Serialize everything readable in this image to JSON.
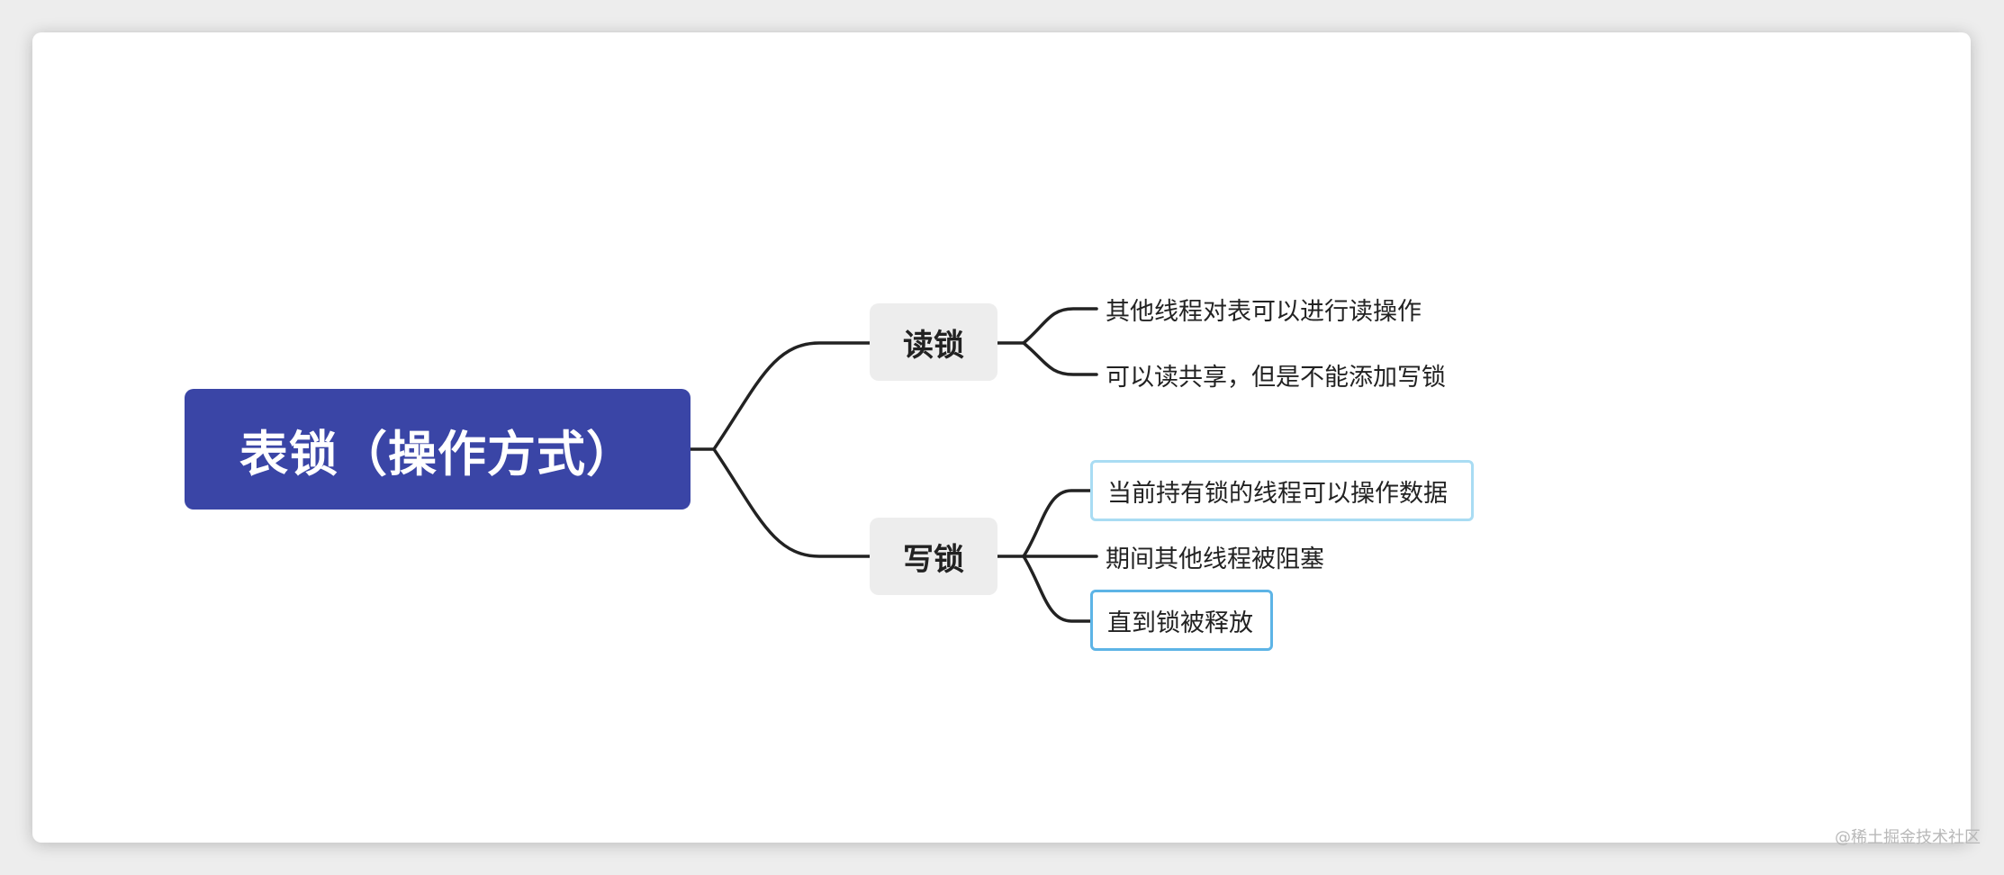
{
  "colors": {
    "root_fill": "#3a45a6",
    "branch_fill": "#ededed",
    "connector": "#222222",
    "leaf_border_light": "#a9dcf3",
    "leaf_border_blue": "#5db4e6"
  },
  "mindmap": {
    "root": "表锁（操作方式）",
    "branches": [
      {
        "label": "读锁",
        "children": [
          "其他线程对表可以进行读操作",
          "可以读共享，但是不能添加写锁"
        ]
      },
      {
        "label": "写锁",
        "children": [
          "当前持有锁的线程可以操作数据",
          "期间其他线程被阻塞",
          "直到锁被释放"
        ]
      }
    ]
  },
  "watermark": "@稀土掘金技术社区"
}
